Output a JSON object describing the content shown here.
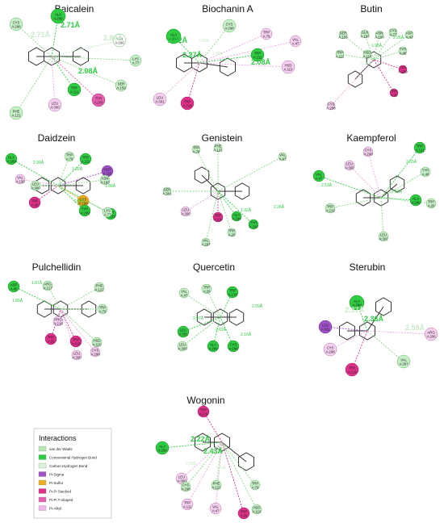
{
  "legend": {
    "title": "Interactions",
    "items": [
      {
        "label": "van der Waals",
        "color": "#b5e8b5"
      },
      {
        "label": "Conventional Hydrogen Bond",
        "color": "#2ecc40"
      },
      {
        "label": "Carbon Hydrogen Bond",
        "color": "#d8f3d8"
      },
      {
        "label": "Pi-Sigma",
        "color": "#a050c8"
      },
      {
        "label": "Pi-Sulfur",
        "color": "#e8b020"
      },
      {
        "label": "Pi-Pi Stacked",
        "color": "#e0308a"
      },
      {
        "label": "Pi-Pi T-shaped",
        "color": "#e95fb0"
      },
      {
        "label": "Pi-Alkyl",
        "color": "#f0b8e8"
      }
    ]
  },
  "panels": [
    {
      "title": "Baicalein",
      "residues": [
        {
          "label": "CYS A:298",
          "type": "vdw",
          "r": 8
        },
        {
          "label": "ALA A:299",
          "type": "hbond",
          "r": 9
        },
        {
          "label": "ASN A:160",
          "type": "chbond",
          "r": 8
        },
        {
          "label": "LYS A:77",
          "type": "vdw",
          "r": 7
        },
        {
          "label": "SER A:159",
          "type": "vdw",
          "r": 7
        },
        {
          "label": "TRP A:111",
          "type": "hbond",
          "r": 8
        },
        {
          "label": "TYR A:209",
          "type": "pitshape",
          "r": 8
        },
        {
          "label": "LEU A:300",
          "type": "pialkyl",
          "r": 8
        },
        {
          "label": "PHE A:121",
          "type": "vdw",
          "r": 8
        }
      ],
      "distances": [
        "2.71Å",
        "2.71Å",
        "2.84Å",
        "2.08Å"
      ]
    },
    {
      "title": "Biochanin A",
      "residues": [
        {
          "label": "CYS A:298",
          "type": "vdw",
          "r": 8
        },
        {
          "label": "ALA A:299",
          "type": "hbond",
          "r": 9
        },
        {
          "label": "TRP A:79",
          "type": "pialkyl",
          "r": 7
        },
        {
          "label": "VAL A:47",
          "type": "pialkyl",
          "r": 7
        },
        {
          "label": "TRP A:111",
          "type": "hbond",
          "r": 8
        },
        {
          "label": "HSD A:110",
          "type": "pialkyl",
          "r": 8
        },
        {
          "label": "LEU A:301",
          "type": "pialkyl",
          "r": 8
        },
        {
          "label": "TRP A:219",
          "type": "pistacked",
          "r": 8
        }
      ],
      "distances": [
        "2.02Å",
        "3.06Å",
        "2.27Å",
        "2.88Å",
        "2.08Å"
      ]
    },
    {
      "title": "Butin",
      "residues": [
        {
          "label": "GLN A:183",
          "type": "vdw",
          "r": 5
        },
        {
          "label": "SER A:159",
          "type": "vdw",
          "r": 5
        },
        {
          "label": "ASN A:160",
          "type": "vdw",
          "r": 5
        },
        {
          "label": "CYS A:77",
          "type": "vdw",
          "r": 5
        },
        {
          "label": "ASP A:43",
          "type": "vdw",
          "r": 5
        },
        {
          "label": "TRP A:111",
          "type": "vdw",
          "r": 5
        },
        {
          "label": "HSD A:110",
          "type": "vdw",
          "r": 5
        },
        {
          "label": "TYR A:48",
          "type": "vdw",
          "r": 5
        },
        {
          "label": "TYR A:209",
          "type": "pistacked",
          "r": 5
        },
        {
          "label": "TRP A:20",
          "type": "pistacked",
          "r": 5
        },
        {
          "label": "CYS A:298",
          "type": "pialkyl",
          "r": 5
        }
      ],
      "distances": [
        "2.26Å",
        "1.95Å",
        "2.76Å"
      ]
    },
    {
      "title": "Daidzein",
      "residues": [
        {
          "label": "GLY A:189",
          "type": "hbond",
          "r": 7
        },
        {
          "label": "TRP A:79",
          "type": "vdw",
          "r": 6
        },
        {
          "label": "TRP A:111",
          "type": "hbond",
          "r": 7
        },
        {
          "label": "HSD A:110",
          "type": "pisigma",
          "r": 7
        },
        {
          "label": "ASN A:160",
          "type": "vdw",
          "r": 6
        },
        {
          "label": "SER A:159",
          "type": "hbond",
          "r": 7
        },
        {
          "label": "VAL A:130",
          "type": "pialkyl",
          "r": 6
        },
        {
          "label": "LEU A:300",
          "type": "vdw",
          "r": 6
        },
        {
          "label": "TRP A:20",
          "type": "pistacked",
          "r": 7
        },
        {
          "label": "CYS A:298",
          "type": "pisulfur",
          "r": 7
        },
        {
          "label": "TYR A:209",
          "type": "hbond",
          "r": 7
        },
        {
          "label": "LYS A:77",
          "type": "vdw",
          "r": 6
        }
      ],
      "distances": [
        "2.90Å",
        "1.92Å",
        "1.88Å",
        "2.00Å"
      ]
    },
    {
      "title": "Genistein",
      "residues": [
        {
          "label": "TRP A:79",
          "type": "vdw",
          "r": 5
        },
        {
          "label": "PHE A:122",
          "type": "vdw",
          "r": 5
        },
        {
          "label": "VAL A:47",
          "type": "vdw",
          "r": 5
        },
        {
          "label": "SER A:301",
          "type": "vdw",
          "r": 5
        },
        {
          "label": "LEU A:300",
          "type": "pialkyl",
          "r": 6
        },
        {
          "label": "TRP A:219",
          "type": "pistacked",
          "r": 6
        },
        {
          "label": "ALA A:299",
          "type": "hbond",
          "r": 6
        },
        {
          "label": "VAL A:297",
          "type": "vdw",
          "r": 5
        },
        {
          "label": "TRP A:20",
          "type": "vdw",
          "r": 5
        },
        {
          "label": "TYR A:209",
          "type": "hbond",
          "r": 6
        }
      ],
      "distances": [
        "1.92Å",
        "2.26Å"
      ]
    },
    {
      "title": "Kaempferol",
      "residues": [
        {
          "label": "TRP A:111",
          "type": "hbond",
          "r": 7
        },
        {
          "label": "LEU A:300",
          "type": "pialkyl",
          "r": 6
        },
        {
          "label": "CYS A:298",
          "type": "pialkyl",
          "r": 6
        },
        {
          "label": "VAL A:47",
          "type": "hbond",
          "r": 7
        },
        {
          "label": "TYR A:48",
          "type": "vdw",
          "r": 6
        },
        {
          "label": "TRP A:219",
          "type": "vdw",
          "r": 6
        },
        {
          "label": "ALA A:299",
          "type": "hbond",
          "r": 7
        },
        {
          "label": "TRP A:20",
          "type": "vdw",
          "r": 6
        },
        {
          "label": "LEU A:301",
          "type": "vdw",
          "r": 6
        }
      ],
      "distances": [
        "2.55Å",
        "2.53Å",
        "2.31Å"
      ]
    },
    {
      "title": "Pulchellidin",
      "residues": [
        {
          "label": "ARG A:217",
          "type": "vdw",
          "r": 6
        },
        {
          "label": "ASP A:45",
          "type": "hbond",
          "r": 7
        },
        {
          "label": "PHE A:122",
          "type": "vdw",
          "r": 6
        },
        {
          "label": "TRP A:79",
          "type": "vdw",
          "r": 6
        },
        {
          "label": "PRO A:218",
          "type": "pialkyl",
          "r": 6
        },
        {
          "label": "TRP A:20",
          "type": "pistacked",
          "r": 7
        },
        {
          "label": "TRP A:219",
          "type": "pistacked",
          "r": 7
        },
        {
          "label": "HSD A:110",
          "type": "vdw",
          "r": 6
        },
        {
          "label": "LEU A:300",
          "type": "pialkyl",
          "r": 6
        },
        {
          "label": "CYS A:298",
          "type": "pialkyl",
          "r": 6
        }
      ],
      "distances": [
        "1.87Å",
        "1.86Å"
      ]
    },
    {
      "title": "Quercetin",
      "residues": [
        {
          "label": "VAL A:47",
          "type": "vdw",
          "r": 6
        },
        {
          "label": "TRP A:20",
          "type": "vdw",
          "r": 6
        },
        {
          "label": "TRP A:219",
          "type": "hbond",
          "r": 7
        },
        {
          "label": "LEU A:301",
          "type": "hbond",
          "r": 7
        },
        {
          "label": "LEU A:300",
          "type": "vdw",
          "r": 6
        },
        {
          "label": "ALA A:299",
          "type": "hbond",
          "r": 7
        },
        {
          "label": "CYS A:298",
          "type": "hbond",
          "r": 7
        }
      ],
      "distances": [
        "2.09Å",
        "2.97Å",
        "2.62Å",
        "2.16Å"
      ]
    },
    {
      "title": "Sterubin",
      "residues": [
        {
          "label": "ALA A:299",
          "type": "hbond",
          "r": 9
        },
        {
          "label": "LEU A:301",
          "type": "pisigma",
          "r": 8
        },
        {
          "label": "CYS A:298",
          "type": "pialkyl",
          "r": 8
        },
        {
          "label": "TRP A:219",
          "type": "pistacked",
          "r": 8
        },
        {
          "label": "ARG A:296",
          "type": "pialkyl",
          "r": 8
        },
        {
          "label": "VAL A:297",
          "type": "vdw",
          "r": 8
        }
      ],
      "distances": [
        "2.37Å",
        "2.36Å",
        "2.59Å"
      ]
    },
    {
      "title": "Wogonin",
      "residues": [
        {
          "label": "TRP A:219",
          "type": "pistacked",
          "r": 7
        },
        {
          "label": "ALA A:299",
          "type": "hbond",
          "r": 8
        },
        {
          "label": "LEU A:300",
          "type": "pialkyl",
          "r": 7
        },
        {
          "label": "CYS A:298",
          "type": "vdw",
          "r": 6
        },
        {
          "label": "PHE A:122",
          "type": "vdw",
          "r": 6
        },
        {
          "label": "TRP A:79",
          "type": "vdw",
          "r": 6
        },
        {
          "label": "TRP A:111",
          "type": "pialkyl",
          "r": 7
        },
        {
          "label": "VAL A:47",
          "type": "pialkyl",
          "r": 7
        },
        {
          "label": "TRP A:20",
          "type": "pistacked",
          "r": 7
        },
        {
          "label": "HSD A:110",
          "type": "vdw",
          "r": 6
        }
      ],
      "distances": [
        "2.22Å",
        "2.43Å",
        "2.38Å",
        "2.70Å"
      ]
    }
  ]
}
